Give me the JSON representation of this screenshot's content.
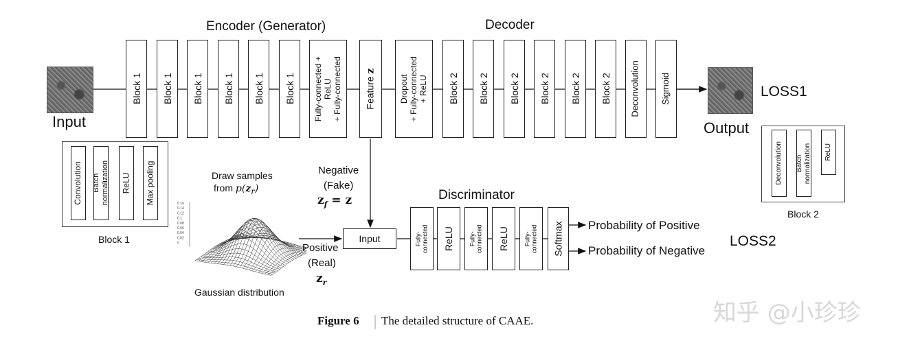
{
  "encoder_title": "Encoder (Generator)",
  "decoder_title": "Decoder",
  "discriminator_title": "Discriminator",
  "input_label": "Input",
  "output_label": "Output",
  "loss1": "LOSS1",
  "loss2": "LOSS2",
  "encoder_blocks": [
    "Block 1",
    "Block 1",
    "Block 1",
    "Block 1",
    "Block 1",
    "Block 1"
  ],
  "fc_block": [
    "Fully-connected +",
    "ReLU",
    "+ Fully-connected"
  ],
  "feature": "Feature",
  "feature_var": "z",
  "dropout_block": [
    "Dropout",
    "+ Fully-connected",
    "+ ReLU"
  ],
  "decoder_blocks": [
    "Block 2",
    "Block 2",
    "Block 2",
    "Block 2",
    "Block 2",
    "Block 2"
  ],
  "deconvolution": "Deconvolution",
  "sigmoid": "Sigmoid",
  "block1_legend": {
    "items": [
      "Convolution",
      "Batch normalization",
      "ReLU",
      "Max pooling"
    ],
    "caption": "Block 1"
  },
  "block2_legend": {
    "items": [
      "Deconvolution",
      "Batch normalization",
      "ReLU"
    ],
    "caption": "Block 2"
  },
  "draw_samples": [
    "Draw samples",
    "from p(z_r)"
  ],
  "gaussian_label": "Gaussian distribution",
  "gaussian_ticks": [
    "0.16",
    "0.14",
    "0.12",
    "0.1",
    "0.08",
    "0.06",
    "0.04",
    "0.02",
    "0"
  ],
  "negative": [
    "Negative",
    "(Fake)"
  ],
  "negative_eq": "z_f = z",
  "positive": [
    "Positive",
    "(Real)"
  ],
  "positive_var": "z_r",
  "disc_input": "Input",
  "disc_layers": [
    "Fully-connected",
    "ReLU",
    "Fully-connected",
    "ReLU",
    "Fully-connected",
    "Softmax"
  ],
  "prob_positive": "Probability of Positive",
  "prob_negative": "Probability of  Negative",
  "caption_figure": "Figure 6",
  "caption_text": "The detailed structure of CAAE.",
  "watermark": "知乎 @小珍珍"
}
